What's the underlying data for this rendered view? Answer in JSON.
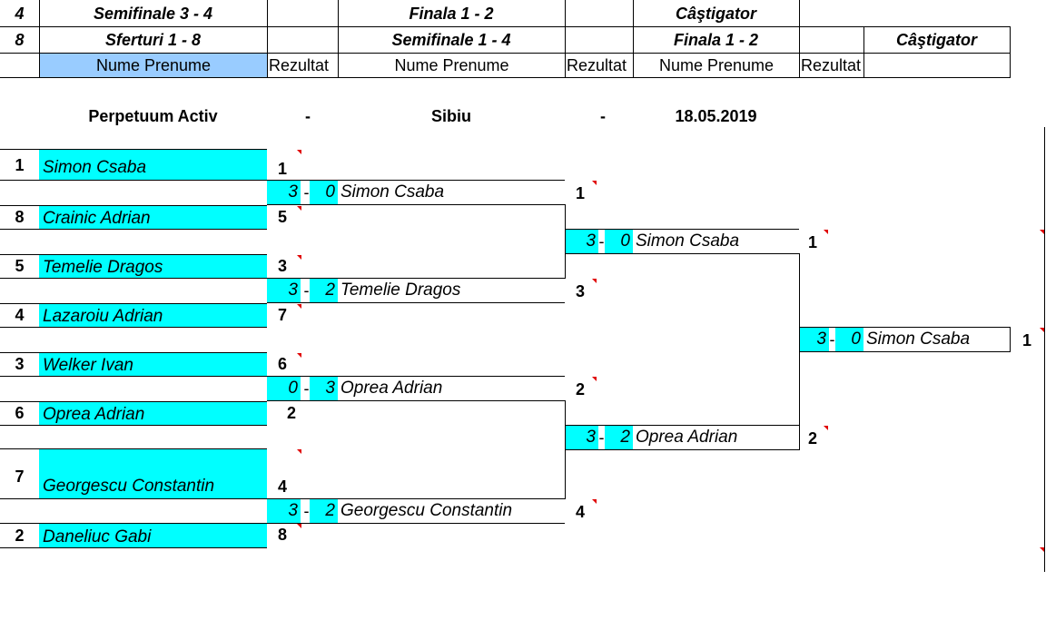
{
  "header": {
    "row1": {
      "seed": "4",
      "round1": "Semifinale 3 - 4",
      "round2": "Finala 1 - 2",
      "round3": "Câştigator"
    },
    "row2": {
      "seed": "8",
      "round1": "Sferturi 1 - 8",
      "round2": "Semifinale 1 - 4",
      "round3": "Finala 1 - 2",
      "round4": "Câştigator"
    },
    "row3": {
      "name1": "Nume Prenume",
      "res1": "Rezultat",
      "name2": "Nume Prenume",
      "res2": "Rezultat",
      "name3": "Nume Prenume",
      "res3": "Rezultat"
    }
  },
  "event": {
    "club": "Perpetuum Activ",
    "dash1": "-",
    "city": "Sibiu",
    "dash2": "-",
    "date": "18.05.2019"
  },
  "players": [
    {
      "seed": "1",
      "name": "Simon Csaba",
      "result": "1"
    },
    {
      "seed": "8",
      "name": "Crainic Adrian",
      "result": "5"
    },
    {
      "seed": "5",
      "name": "Temelie Dragos",
      "result": "3"
    },
    {
      "seed": "4",
      "name": "Lazaroiu Adrian",
      "result": "7"
    },
    {
      "seed": "3",
      "name": "Welker Ivan",
      "result": "6"
    },
    {
      "seed": "6",
      "name": "Oprea Adrian",
      "result": "2"
    },
    {
      "seed": "7",
      "name": "Georgescu Constantin",
      "result": "4"
    },
    {
      "seed": "2",
      "name": "Daneliuc Gabi",
      "result": "8"
    }
  ],
  "quarterfinals": [
    {
      "score_a": "3",
      "sep": "-",
      "score_b": "0",
      "winner": "Simon Csaba",
      "result": "1"
    },
    {
      "score_a": "3",
      "sep": "-",
      "score_b": "2",
      "winner": "Temelie Dragos",
      "result": "3"
    },
    {
      "score_a": "0",
      "sep": "-",
      "score_b": "3",
      "winner": "Oprea Adrian",
      "result": "2"
    },
    {
      "score_a": "3",
      "sep": "-",
      "score_b": "2",
      "winner": "Georgescu Constantin",
      "result": "4"
    }
  ],
  "semifinals": [
    {
      "score_a": "3",
      "sep": "-",
      "score_b": "0",
      "winner": "Simon Csaba",
      "result": "1"
    },
    {
      "score_a": "3",
      "sep": "-",
      "score_b": "2",
      "winner": "Oprea Adrian",
      "result": "2"
    }
  ],
  "final": {
    "score_a": "3",
    "sep": "-",
    "score_b": "0",
    "winner": "Simon Csaba",
    "result": "1"
  },
  "colors": {
    "cyan": "#00ffff",
    "header_blue": "#99ccff",
    "comment_red": "#e00000"
  }
}
